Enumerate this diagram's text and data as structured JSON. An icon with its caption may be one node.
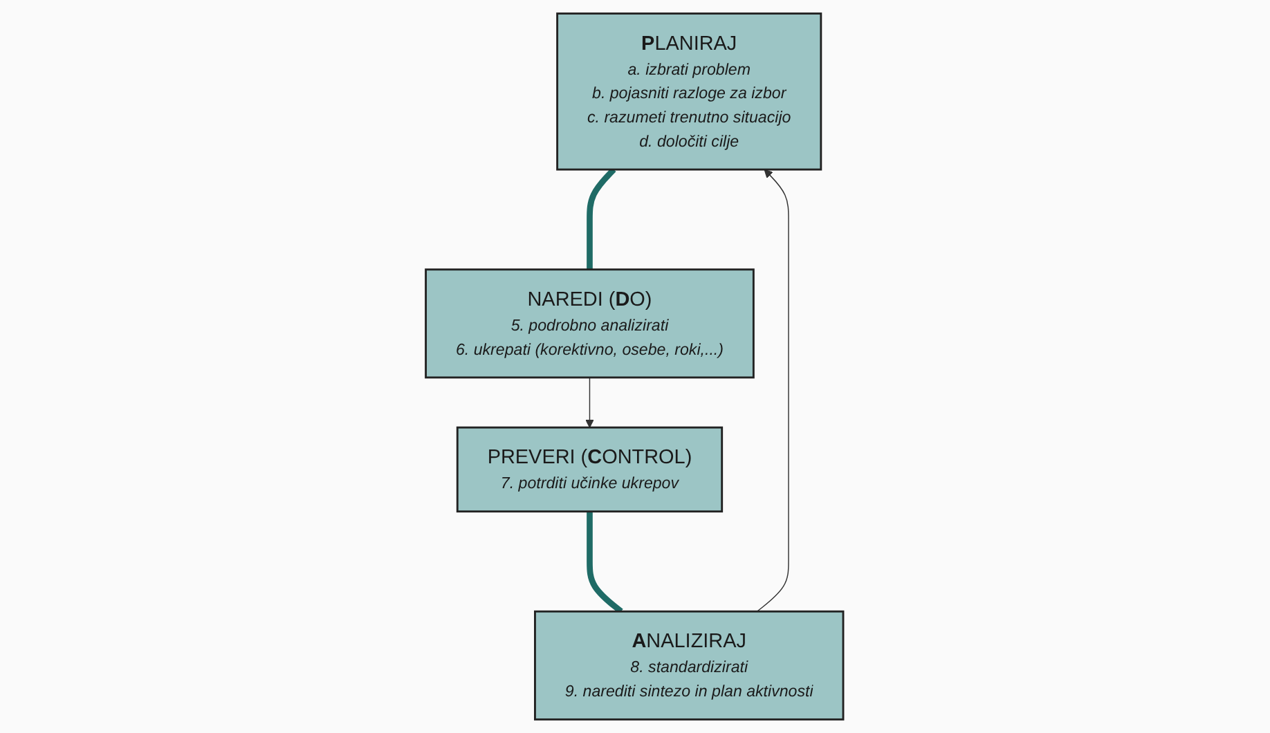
{
  "diagram": {
    "nodes": [
      {
        "text": [
          "**P**LANIRAJ",
          "a. izbrati problem",
          "b. pojasniti razloge za izbor",
          "c. razumeti trenutno situacijo",
          "d. določiti cilje"
        ]
      },
      {
        "text": [
          "**A**NALIZIRAJ",
          "8. standardizirati",
          "9. narediti sintezo in plan aktivnosti"
        ]
      },
      {
        "text": [
          "NAREDI (**D**O)",
          "5. podrobno analizirati",
          "6. ukrepati (korektivno, osebe, roki,...)"
        ]
      },
      {
        "text": [
          "PREVERI (**C**ONTROL)",
          "7. potrditi učinke ukrepov"
        ]
      }
    ],
    "edges": [
      {
        "from": 1,
        "to": 0,
        "arrow": "to"
      },
      {
        "from": 0,
        "to": 2,
        "arrow": "none",
        "style": "thick",
        "color": "#1f6b66"
      },
      {
        "from": 2,
        "to": 3,
        "arrow": "to"
      },
      {
        "from": 3,
        "to": 1,
        "arrow": "none",
        "style": "thick",
        "color": "#1f6b66"
      }
    ]
  }
}
